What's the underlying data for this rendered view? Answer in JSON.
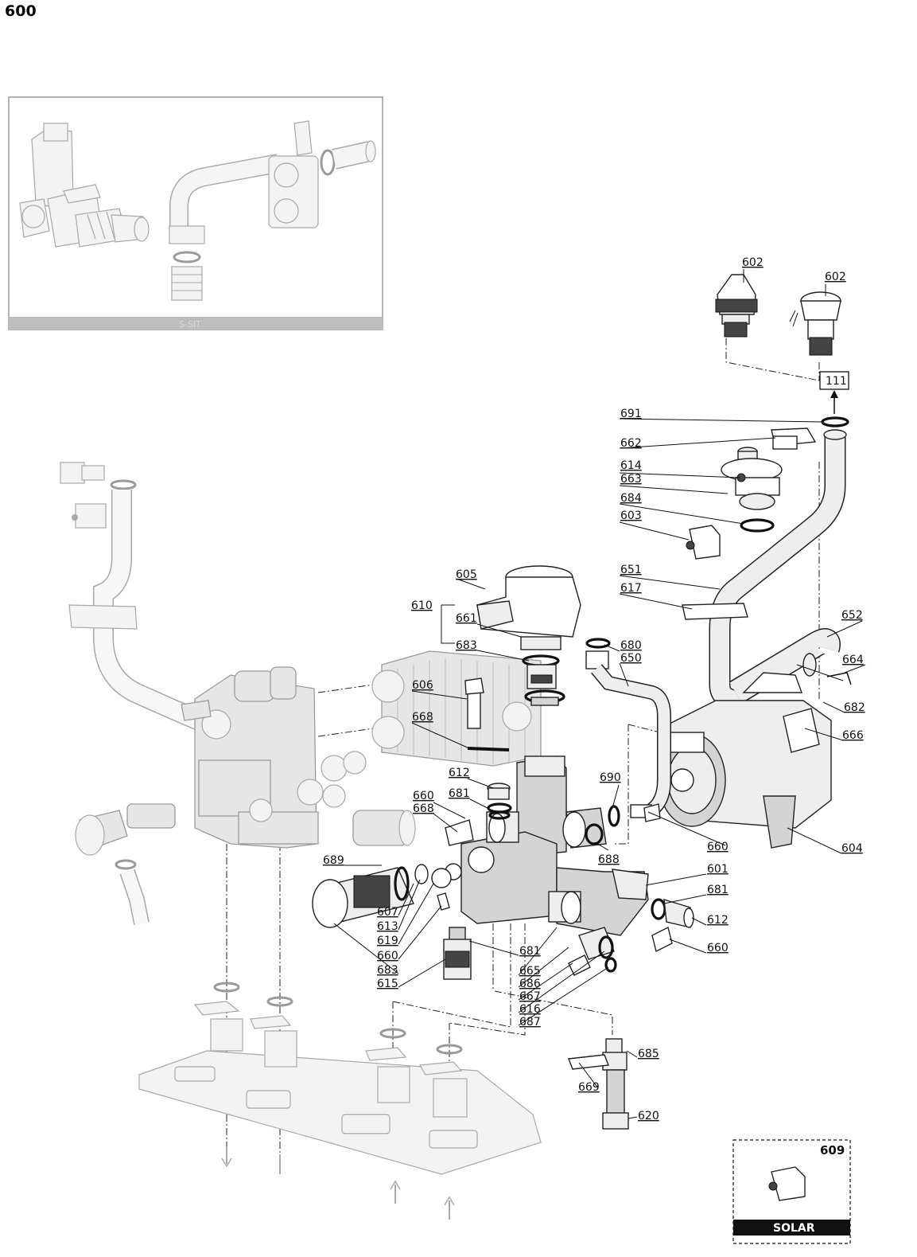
{
  "sheet_number": "600",
  "inset": {
    "caption": "S-SIT"
  },
  "ref_box": "111",
  "solar_box": {
    "part": "609",
    "caption": "SOLAR"
  },
  "labels": {
    "l602a": "602",
    "l602b": "602",
    "l691": "691",
    "l662": "662",
    "l614": "614",
    "l663": "663",
    "l684": "684",
    "l603": "603",
    "l605": "605",
    "l610": "610",
    "l661": "661",
    "l683a": "683",
    "l651": "651",
    "l617": "617",
    "l652": "652",
    "l680": "680",
    "l650": "650",
    "l664": "664",
    "l682": "682",
    "l666": "666",
    "l606": "606",
    "l668a": "668",
    "l612a": "612",
    "l681a": "681",
    "l660a": "660",
    "l668b": "668",
    "l690": "690",
    "l660b": "660",
    "l688": "688",
    "l604": "604",
    "l689": "689",
    "l601": "601",
    "l681b": "681",
    "l612b": "612",
    "l660c": "660",
    "l607": "607",
    "l613": "613",
    "l619": "619",
    "l660d": "660",
    "l683b": "683",
    "l615": "615",
    "l681c": "681",
    "l665": "665",
    "l686": "686",
    "l667": "667",
    "l616": "616",
    "l687": "687",
    "l685": "685",
    "l669": "669",
    "l620": "620"
  }
}
